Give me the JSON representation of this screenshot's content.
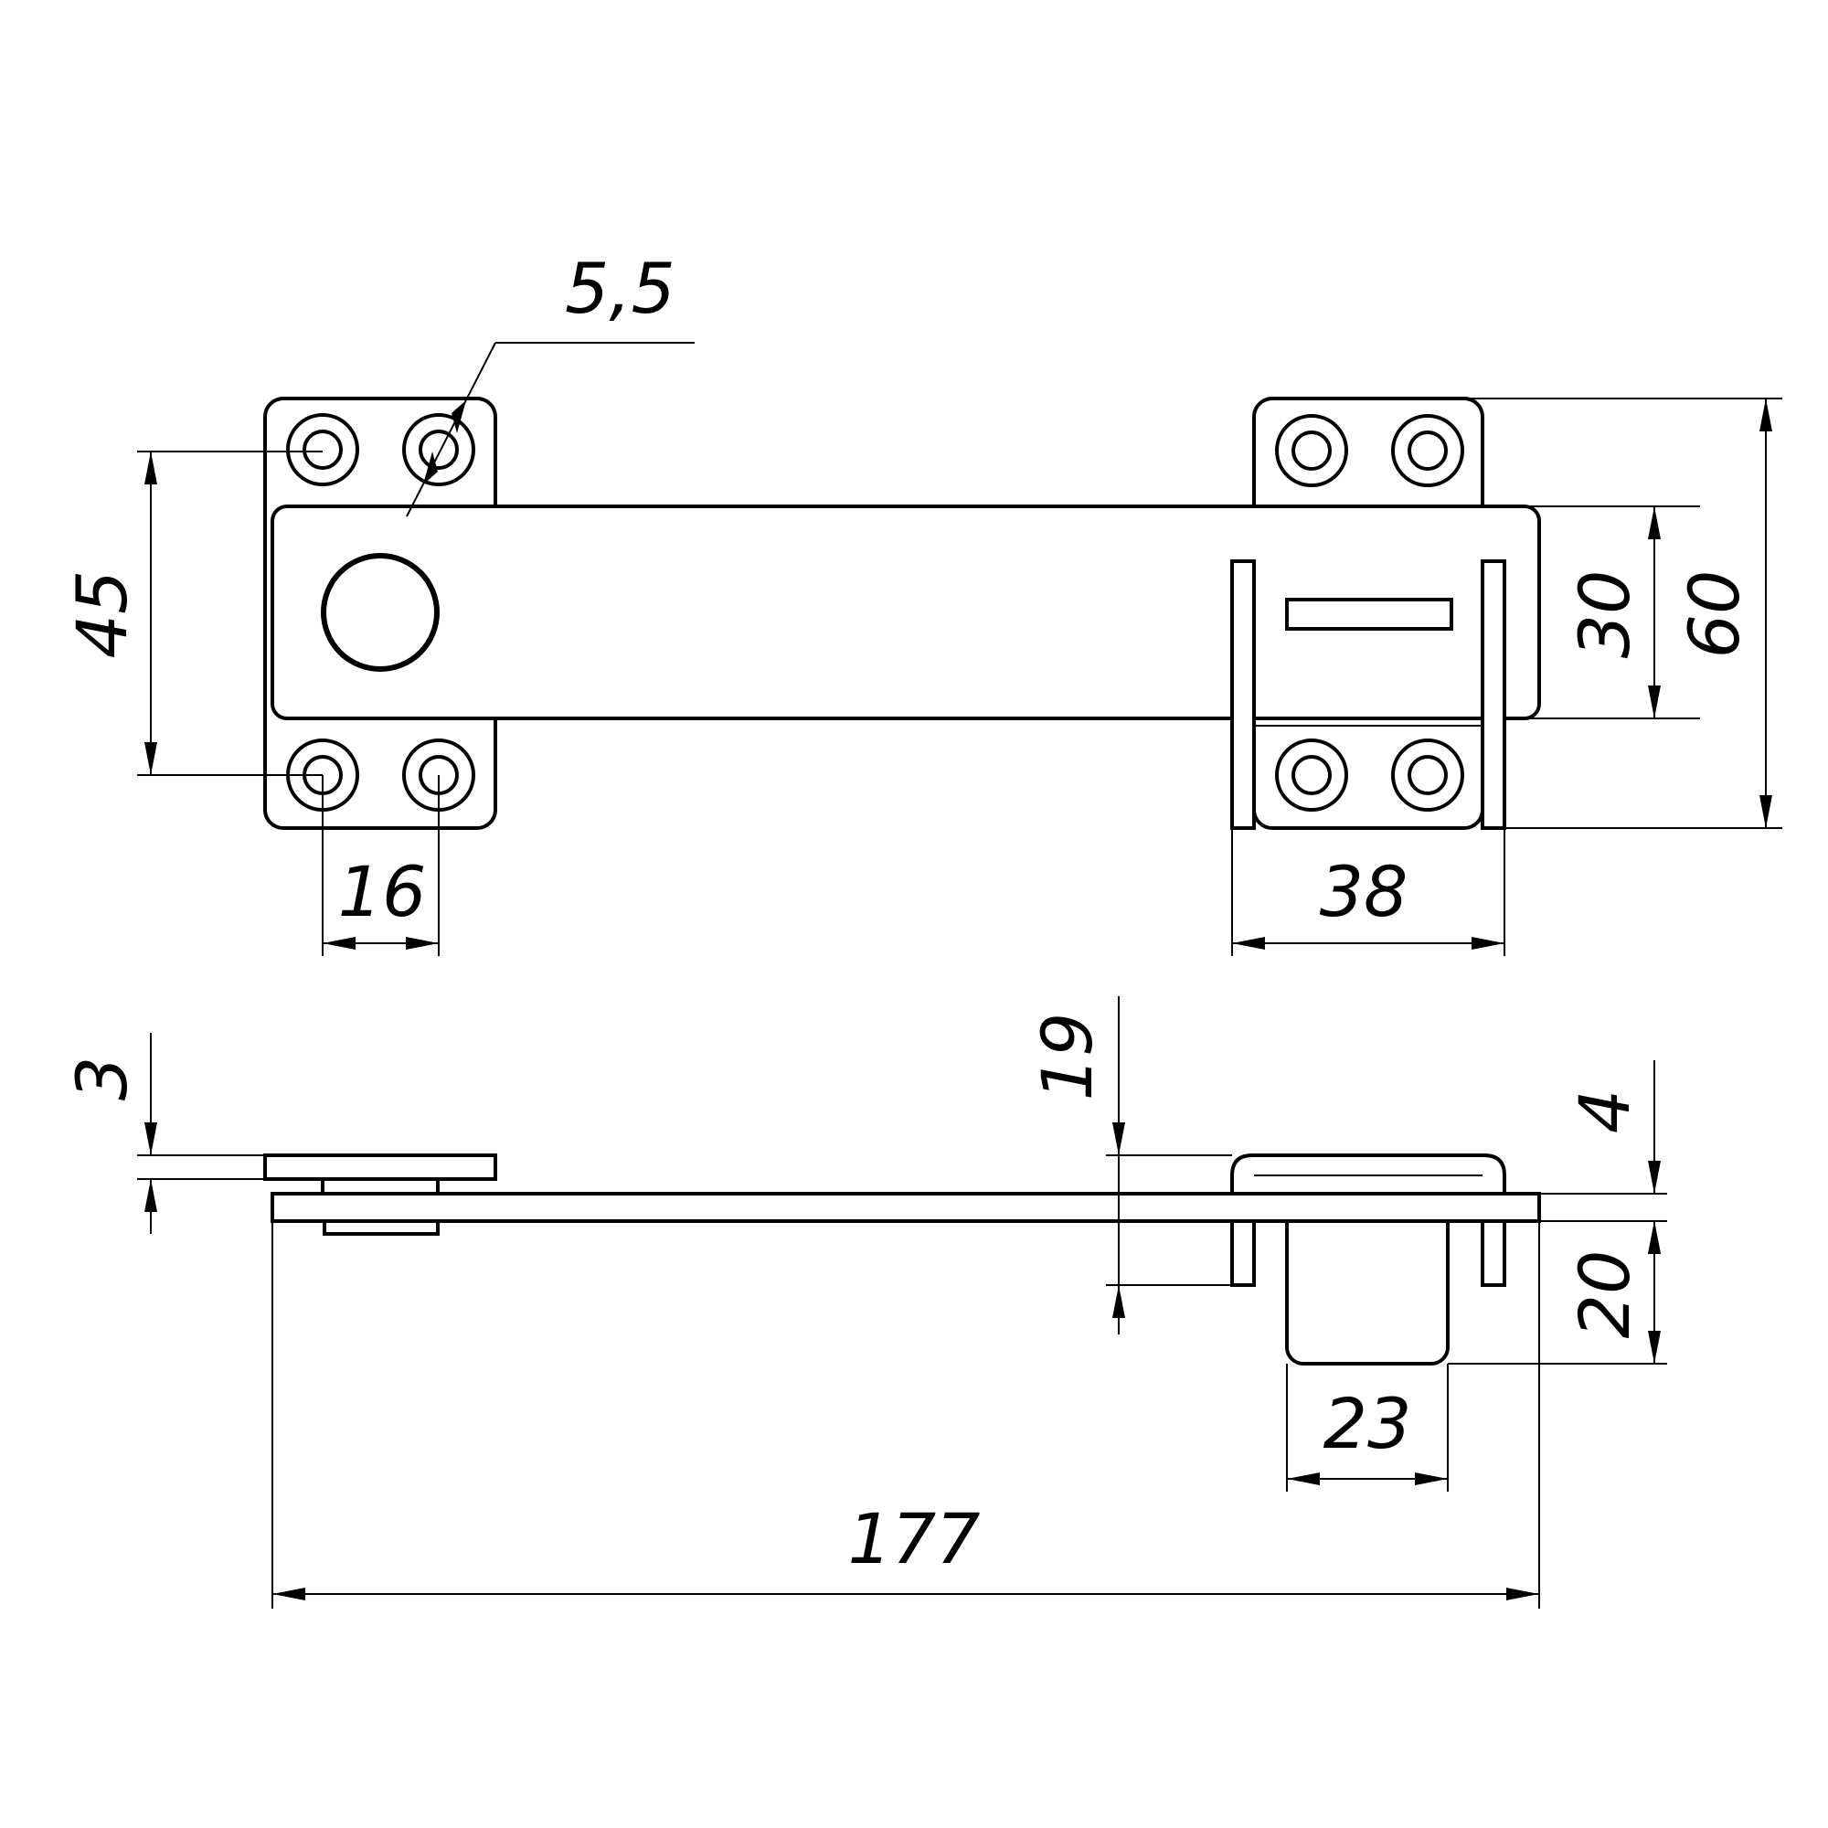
{
  "drawing": {
    "title": "",
    "dimensions": {
      "hole_diameter": "5,5",
      "hole_spacing_vertical": "45",
      "hole_spacing_horizontal": "16",
      "bracket_width": "38",
      "bar_width": "30",
      "overall_height": "60",
      "plate_thickness": "3",
      "bolt_height": "19",
      "bar_thickness": "4",
      "bolt_depth": "20",
      "bolt_width": "23",
      "overall_length": "177"
    }
  }
}
